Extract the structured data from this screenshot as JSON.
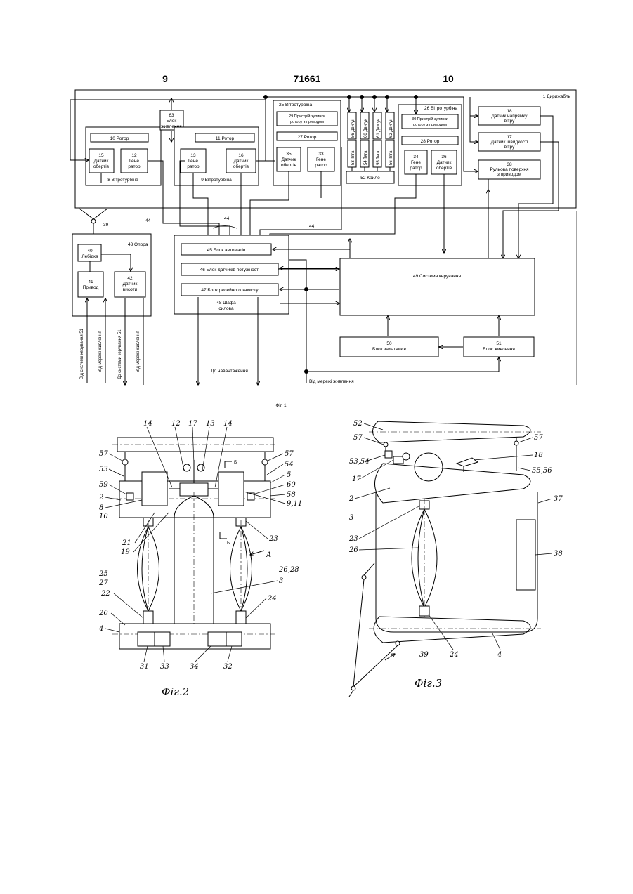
{
  "header": {
    "left": "9",
    "center": "71661",
    "right": "10"
  },
  "fig1": {
    "caption": "Фіг. 1",
    "dirigible": "1 Дирижабль",
    "turbine8": "8 Вітротурбіна",
    "rotor10": "10 Ротор",
    "sensor15": [
      "15",
      "Датчик",
      "обертів"
    ],
    "gen12": [
      "12",
      "Гене",
      "ратор"
    ],
    "block63": [
      "63",
      "Блок",
      "живлення"
    ],
    "turbine9": "9 Вітротурбіна",
    "rotor11": "11 Ротор",
    "gen13": [
      "13",
      "Гене",
      "ратор"
    ],
    "sensor16": [
      "16",
      "Датчик",
      "обертів"
    ],
    "turbine25": "25 Вітротурбіна",
    "stop29": [
      "29 Пристрій зупинки",
      "ротору з приводом"
    ],
    "rotor27": "27 Ротор",
    "sensor35": [
      "35",
      "Датчик",
      "обертів"
    ],
    "gen33": [
      "33",
      "Гене",
      "ратор"
    ],
    "engines": [
      "56 Двигун",
      "60 Двигун",
      "61 Двигун",
      "62 Двигун"
    ],
    "thrusts": [
      "53 Тяга",
      "54 Тяга",
      "55 Тяга",
      "56 Тяга"
    ],
    "wing52": "52 Крило",
    "turbine26": "26 Вітротурбіна",
    "stop30": [
      "30 Пристрій зупинки",
      "ротору з приводом"
    ],
    "rotor28": "28 Ротор",
    "gen34": [
      "34",
      "Гене",
      "ратор"
    ],
    "sensor36": [
      "36",
      "Датчик",
      "обертів"
    ],
    "sensor18": [
      "18",
      "Датчик напрямку",
      "вітру"
    ],
    "sensor17": [
      "17",
      "Датчик швидкості",
      "вітру"
    ],
    "rudder38": [
      "38",
      "Рульова поверхня",
      "з приводом"
    ],
    "support43": "43 Опора",
    "winch40": [
      "40",
      "Лебідка"
    ],
    "drive41": [
      "41",
      "Привод"
    ],
    "sensor42": [
      "42",
      "Датчик",
      "висоти"
    ],
    "cable39": "39",
    "line44": [
      "44",
      "44",
      "44"
    ],
    "auto45": "45 Блок автоматів",
    "power46": "46 Блок датчиків потужності",
    "relay47": "47 Блок релейного захисту",
    "cabinet48": [
      "48 Шафа",
      "силова"
    ],
    "control49": "49 Система керування",
    "setter50": [
      "50",
      "Блок задатчиків"
    ],
    "supply51": [
      "51",
      "Блок живлення"
    ],
    "vert_left": [
      "Від системи керування 51",
      "Від мережі живлення",
      "До системи керування 51",
      "Від мережі живлення"
    ],
    "to_load": "До навантаження",
    "from_grid": "Від мережі живлення"
  },
  "fig2": {
    "caption": "Фіг.2",
    "top_labels": [
      "14",
      "12",
      "17",
      "13",
      "14"
    ],
    "left_labels": [
      "57",
      "53",
      "59",
      "2",
      "8",
      "10",
      "21",
      "19",
      "25",
      "27",
      "22",
      "20",
      "4"
    ],
    "right_labels": [
      "57",
      "54",
      "5",
      "60",
      "58",
      "9,11",
      "23",
      "A",
      "26,28",
      "3",
      "24"
    ],
    "bottom_labels": [
      "31",
      "33",
      "34",
      "32"
    ],
    "section_marks": [
      "Б",
      "Б"
    ]
  },
  "fig3": {
    "caption": "Фіг.3",
    "left_labels": [
      "52",
      "57",
      "53,54",
      "17",
      "2",
      "3",
      "23",
      "26"
    ],
    "right_labels": [
      "57",
      "18",
      "55,56",
      "37",
      "38"
    ],
    "bottom_labels": [
      "24",
      "4",
      "39"
    ]
  }
}
